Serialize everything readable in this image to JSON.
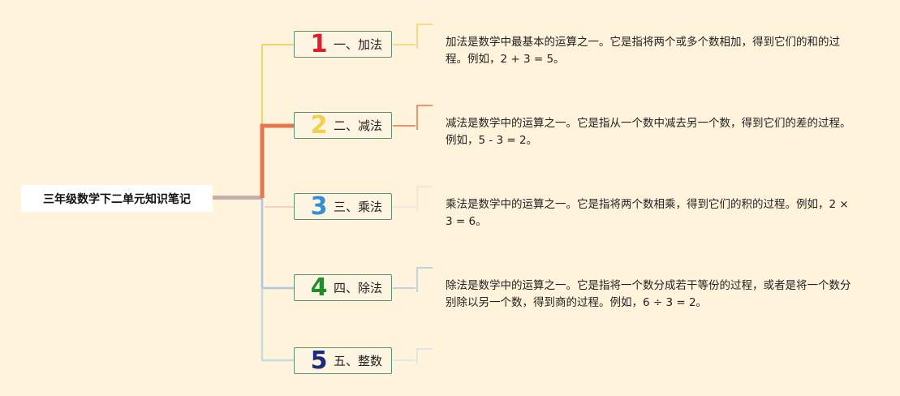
{
  "root": {
    "title": "三年级数学下二单元知识笔记"
  },
  "branches": [
    {
      "number": "1",
      "label": "一、加法",
      "color": "#d9202c",
      "line_color": "#f2d36a",
      "description": "加法是数学中最基本的运算之一。它是指将两个或多个数相加，得到它们的和的过程。例如，2 + 3 = 5。"
    },
    {
      "number": "2",
      "label": "二、减法",
      "color": "#f3cf4a",
      "line_color": "#e6764b",
      "description": "减法是数学中的运算之一。它是指从一个数中减去另一个数，得到它们的差的过程。例如，5 - 3 = 2。"
    },
    {
      "number": "3",
      "label": "三、乘法",
      "color": "#2f8fd8",
      "line_color": "#f3d2c4",
      "description": "乘法是数学中的运算之一。它是指将两个数相乘，得到它们的积的过程。例如，2 × 3 = 6。"
    },
    {
      "number": "4",
      "label": "四、除法",
      "color": "#1f8f2b",
      "line_color": "#a8c8e4",
      "description": "除法是数学中的运算之一。它是指将一个数分成若干等份的过程，或者是将一个数分别除以另一个数，得到商的过程。例如，6 ÷ 3 = 2。"
    },
    {
      "number": "5",
      "label": "五、整数",
      "color": "#1d2b7a",
      "line_color": "#c6dbe6",
      "description": ""
    }
  ]
}
